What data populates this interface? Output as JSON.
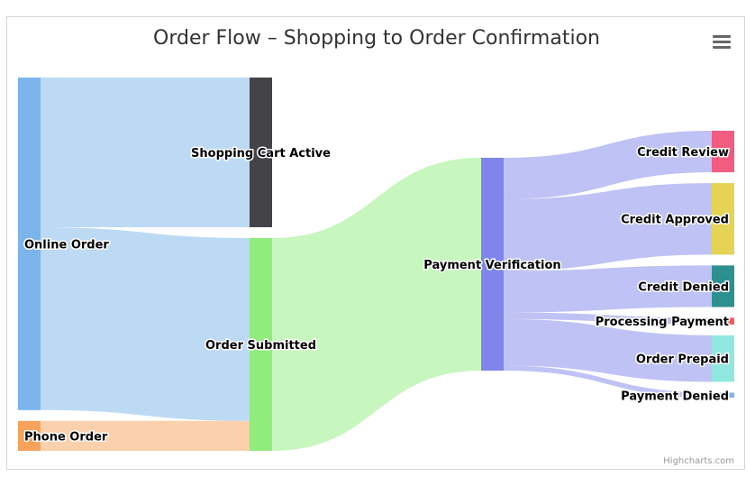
{
  "chart_data": {
    "type": "sankey",
    "title": "Order Flow – Shopping to Order Confirmation",
    "nodes": [
      {
        "id": "Online Order",
        "column": 0,
        "color": "#7cb5ec"
      },
      {
        "id": "Phone Order",
        "column": 0,
        "color": "#f7a35c"
      },
      {
        "id": "Shopping Cart Active",
        "column": 1,
        "color": "#434348"
      },
      {
        "id": "Order Submitted",
        "column": 1,
        "color": "#90ed7d"
      },
      {
        "id": "Payment Verification",
        "column": 2,
        "color": "#8085e9"
      },
      {
        "id": "Credit Review",
        "column": 3,
        "color": "#f15c80"
      },
      {
        "id": "Credit Approved",
        "column": 3,
        "color": "#e4d354"
      },
      {
        "id": "Credit Denied",
        "column": 3,
        "color": "#2b908f"
      },
      {
        "id": "Processing Payment",
        "column": 3,
        "color": "#f45b5b"
      },
      {
        "id": "Order Prepaid",
        "column": 3,
        "color": "#91e8e1"
      },
      {
        "id": "Payment Denied",
        "column": 3,
        "color": "#7cb5ec"
      }
    ],
    "links": [
      {
        "from": "Online Order",
        "to": "Shopping Cart Active",
        "value": 900
      },
      {
        "from": "Online Order",
        "to": "Order Submitted",
        "value": 1100
      },
      {
        "from": "Phone Order",
        "to": "Order Submitted",
        "value": 180
      },
      {
        "from": "Order Submitted",
        "to": "Payment Verification",
        "value": 1280
      },
      {
        "from": "Payment Verification",
        "to": "Credit Review",
        "value": 250
      },
      {
        "from": "Payment Verification",
        "to": "Credit Approved",
        "value": 430
      },
      {
        "from": "Payment Verification",
        "to": "Credit Denied",
        "value": 250
      },
      {
        "from": "Payment Verification",
        "to": "Processing Payment",
        "value": 40
      },
      {
        "from": "Payment Verification",
        "to": "Order Prepaid",
        "value": 280
      },
      {
        "from": "Payment Verification",
        "to": "Payment Denied",
        "value": 30
      }
    ]
  },
  "credits": "Highcharts.com",
  "menu_icon": "hamburger-menu-icon"
}
